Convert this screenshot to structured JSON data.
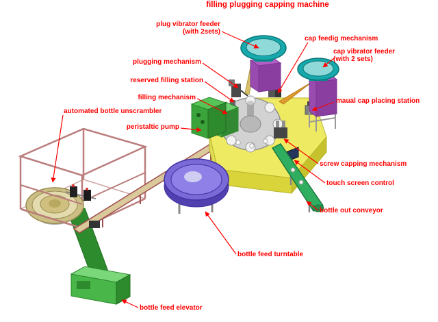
{
  "title": "filling plugging capping machine",
  "labels": {
    "plug_vibrator_feeder_1": "plug vibrator feeder",
    "plug_vibrator_feeder_2": "(with 2sets)",
    "cap_feeding_mechanism": "cap feedig mechanism",
    "cap_vibrator_feeder_1": "cap vibrator feeder",
    "cap_vibrator_feeder_2": "(with 2 sets)",
    "plugging_mechanism": "plugging mechanism",
    "reserved_filling_station": "reserved filling station",
    "filling_mechanism": "filling mechanism",
    "manual_cap_placing_station": "maual cap placing station",
    "automated_bottle_unscrambler": "automated bottle unscrambler",
    "peristaltic_pump": "peristaltic pump",
    "screw_capping_mechanism": "screw capping mechanism",
    "touch_screen_control": "touch screen control",
    "bottle_out_conveyor": "bottle out conveyor",
    "bottle_feed_turntable": "bottle feed turntable",
    "bottle_feed_elevator": "bottle feed elevator"
  },
  "colors": {
    "label-red": "#ff0000",
    "platform-yellow": "#eeea62",
    "platform-yellow-mid": "#d9d43a",
    "platform-yellow-dark": "#c6c22e",
    "bowl-teal": "#17a9ac",
    "bowl-teal-dark": "#0f8f92",
    "bowl-teal-light": "#8fd9d9",
    "stand-purple": "#b35cc6",
    "stand-purple-mid": "#9a4bb0",
    "stand-purple-dark": "#8a3fa0",
    "conveyor-green": "#2fae60",
    "turntable-purple": "#7a6ad8",
    "turntable-purple-dark": "#5140b0",
    "turntable-inner": "#8f80e8",
    "elevator-green": "#49b649",
    "elevator-green-light": "#7ad87a",
    "elevator-green-dark": "#2d8a2d",
    "frame-pink": "#bb7d7d",
    "feed-conveyor-tan": "#d9c99b",
    "feed-conveyor-edge": "#a05050",
    "bowl-khaki": "#cbbf86",
    "steel-gray": "#c9c9c9",
    "chute-orange": "#e09b2d"
  }
}
